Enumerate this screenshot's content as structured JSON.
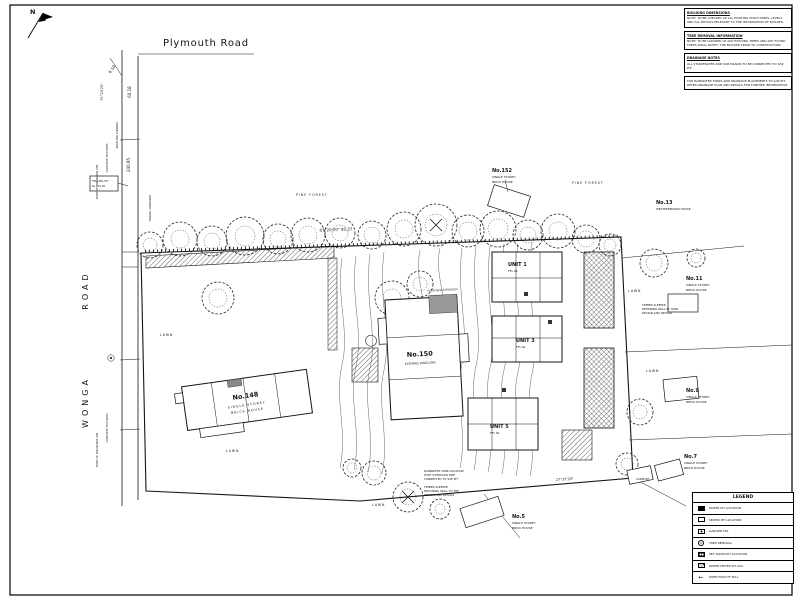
{
  "roads": {
    "plymouth": "Plymouth Road",
    "road_word": "ROAD",
    "wonga_word": "WONGA"
  },
  "north": {
    "label": "N"
  },
  "survey": {
    "dim_a": "6.10",
    "brg_a": "75°20'20\"",
    "dim_b": "60.18",
    "dim_c": "240.95",
    "brg_top": "87°20'20\"   95.37",
    "brg_bottom": "27°37'20\"",
    "kerb": "KERB AND CHANNEL",
    "footpath": "CONCRETE FOOTPATH",
    "discharge": "POINT OF DISCHARGE S/W",
    "gravel_drive": "GRAVEL DRIVEWAY",
    "telstra_1": "TELSTRA PIT",
    "telstra_2": "RL 101.05"
  },
  "lots": {
    "no150": "No.150",
    "no150_sub": "EXISTING DWELLING",
    "proposed": "PROPOSED EXTENSION",
    "no148": "No.148",
    "no152": "No.152",
    "no13": "No.13",
    "no13_sub": "WEATHERBOARD HOUSE",
    "no11": "No.11",
    "no9": "No.9",
    "no7": "No.7",
    "no5": "No.5",
    "single_storey": "SINGLE STOREY",
    "brick_house": "BRICK HOUSE",
    "unit1": "UNIT 1",
    "unit3": "UNIT 3",
    "unit5": "UNIT 5",
    "ffl": "FFL RL"
  },
  "site": {
    "lawn": "LAWN",
    "pine": "PINE FOREST",
    "carport": "CARPORT",
    "rainwater": [
      "RAINWATER TANK LOCATION",
      "WITH OVERFLOW PIPE",
      "CONNECTED TO S/W PIT"
    ],
    "retaining_right": [
      "TIMBER SLEEPER",
      "RETAINING WALL BY OWN",
      "DESIGN AND DETAILS"
    ],
    "retaining_bottom": [
      "TIMBER SLEEPER",
      "RETAINING WALL TO THE",
      "DESIGN AND DETAILS"
    ]
  },
  "notes": [
    {
      "title": "BUILDING DIMENSIONS",
      "body": "NOTE: TO BE CHECKED UP ALL EXISTING STRUCTURES, LEVELS AND ALL DETAILS RELEVANT TO THE INFORMATION OF BUILDER."
    },
    {
      "title": "TREE REMOVAL INFORMATION",
      "body": "NOTE: TO BE CLEARED UP ANY EXISTING TREES AND ANY FOUND TREES SHALL NOTIFY THE BUILDER PRIOR TO CONSTRUCTION."
    },
    {
      "title": "DRAINAGE NOTES",
      "body": "ALL STORMWATER AND SUB DRAINS TO BE CONNECTED TO S/W PIT."
    },
    {
      "title": "",
      "body": "FOR RAINWATER TANKS AND DRAINAGE PLACEMENTS TO S/W PIT. REFER DRAINAGE PLAN AND DETAILS FOR FURTHER INFORMATION."
    }
  ],
  "legend": {
    "title": "LEGEND",
    "arrow_char": "←",
    "items": [
      {
        "label": "WATER PIT LOCATION"
      },
      {
        "label": "SEWER PIT LOCATION"
      },
      {
        "label": "GARDEN TAP"
      },
      {
        "label": "TREE REMOVAL"
      },
      {
        "label": "SET DOWN PIT LOCATION"
      },
      {
        "label": "WATER METER PIT LOC."
      },
      {
        "label": "DIRECTION OF FALL"
      }
    ]
  }
}
